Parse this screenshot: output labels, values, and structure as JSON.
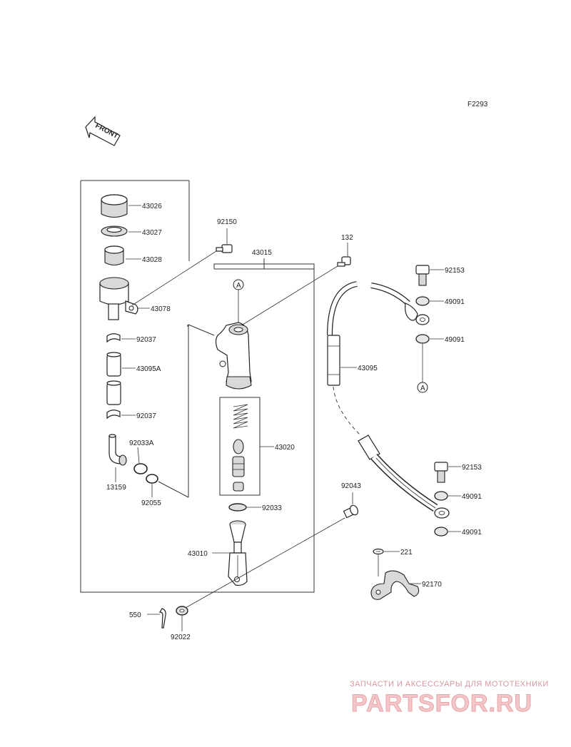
{
  "figure_code": "F2293",
  "front_label": "FRONT",
  "callout_a": "A",
  "parts": {
    "p43026": "43026",
    "p43027": "43027",
    "p43028": "43028",
    "p43078": "43078",
    "p92037a": "92037",
    "p43095a": "43095A",
    "p92037b": "92037",
    "p92033a": "92033A",
    "p13159": "13159",
    "p92055": "92055",
    "p92150": "92150",
    "p43015": "43015",
    "p132": "132",
    "p43020": "43020",
    "p92033": "92033",
    "p43010": "43010",
    "p92043": "92043",
    "p550": "550",
    "p92022": "92022",
    "p92153a": "92153",
    "p49091a": "49091",
    "p49091b": "49091",
    "p43095": "43095",
    "p92153b": "92153",
    "p49091c": "49091",
    "p49091d": "49091",
    "p221": "221",
    "p92170": "92170"
  },
  "watermark": {
    "tagline": "ЗАПЧАСТИ И АКСЕССУАРЫ ДЛЯ МОТОТЕХНИКИ",
    "logo": "PARTSFOR.RU"
  }
}
